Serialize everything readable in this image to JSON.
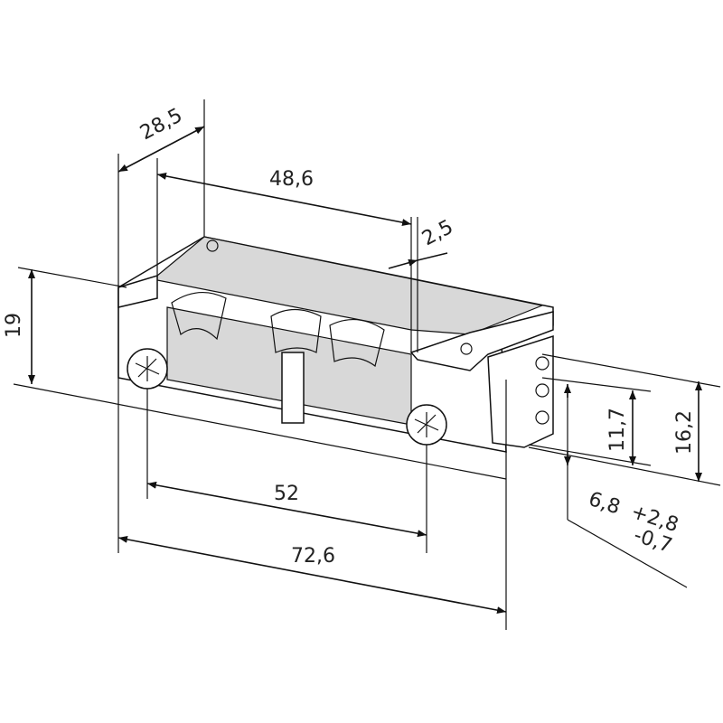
{
  "drawing": {
    "dimensions": {
      "d28_5": "28,5",
      "d48_6": "48,6",
      "d2_5": "2,5",
      "d19": "19",
      "d52": "52",
      "d72_6": "72,6",
      "d11_7": "11,7",
      "d16_2": "16,2",
      "d6_8": "6,8",
      "d6_8_plus": "+2,8",
      "d6_8_minus": "-0,7"
    }
  }
}
